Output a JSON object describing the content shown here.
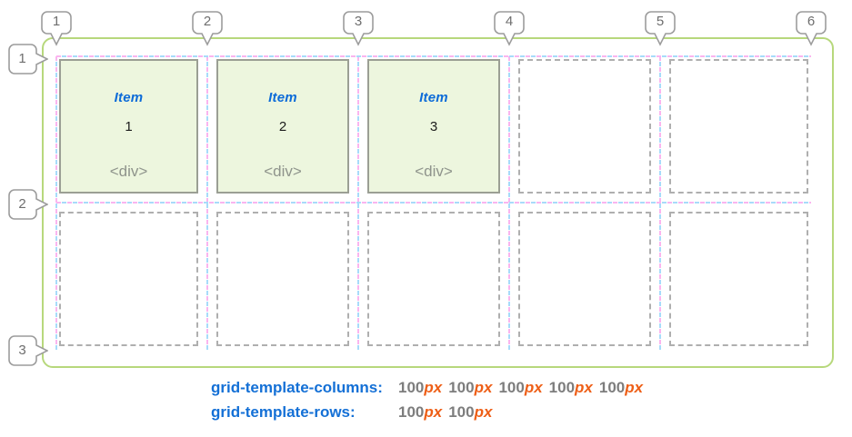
{
  "grid": {
    "column_line_labels": [
      "1",
      "2",
      "3",
      "4",
      "5",
      "6"
    ],
    "row_line_labels": [
      "1",
      "2",
      "3"
    ],
    "items": [
      {
        "label": "Item",
        "number": "1",
        "tag": "<div>"
      },
      {
        "label": "Item",
        "number": "2",
        "tag": "<div>"
      },
      {
        "label": "Item",
        "number": "3",
        "tag": "<div>"
      }
    ]
  },
  "declarations": {
    "rows": [
      {
        "property": "grid-template-columns:",
        "values": [
          {
            "n": "100",
            "u": "px"
          },
          {
            "n": "100",
            "u": "px"
          },
          {
            "n": "100",
            "u": "px"
          },
          {
            "n": "100",
            "u": "px"
          },
          {
            "n": "100",
            "u": "px"
          }
        ]
      },
      {
        "property": "grid-template-rows:",
        "values": [
          {
            "n": "100",
            "u": "px"
          },
          {
            "n": "100",
            "u": "px"
          }
        ]
      }
    ]
  },
  "colors": {
    "container_border": "#b7d87c",
    "item_fill": "#edf6de",
    "item_border": "#9b9f94",
    "empty_border": "#afafaf",
    "line_pink": "#fab5ef",
    "line_blue": "#a8dbfa",
    "marker_border": "#9c9c9c",
    "marker_text": "#6e6e6e",
    "property_blue": "#1470d6",
    "item_label_blue": "#0c6bd8",
    "number_black": "#1b1b1b",
    "tag_gray": "#8f948c",
    "value_gray": "#7d7d7d",
    "unit_orange": "#ee5f17"
  }
}
